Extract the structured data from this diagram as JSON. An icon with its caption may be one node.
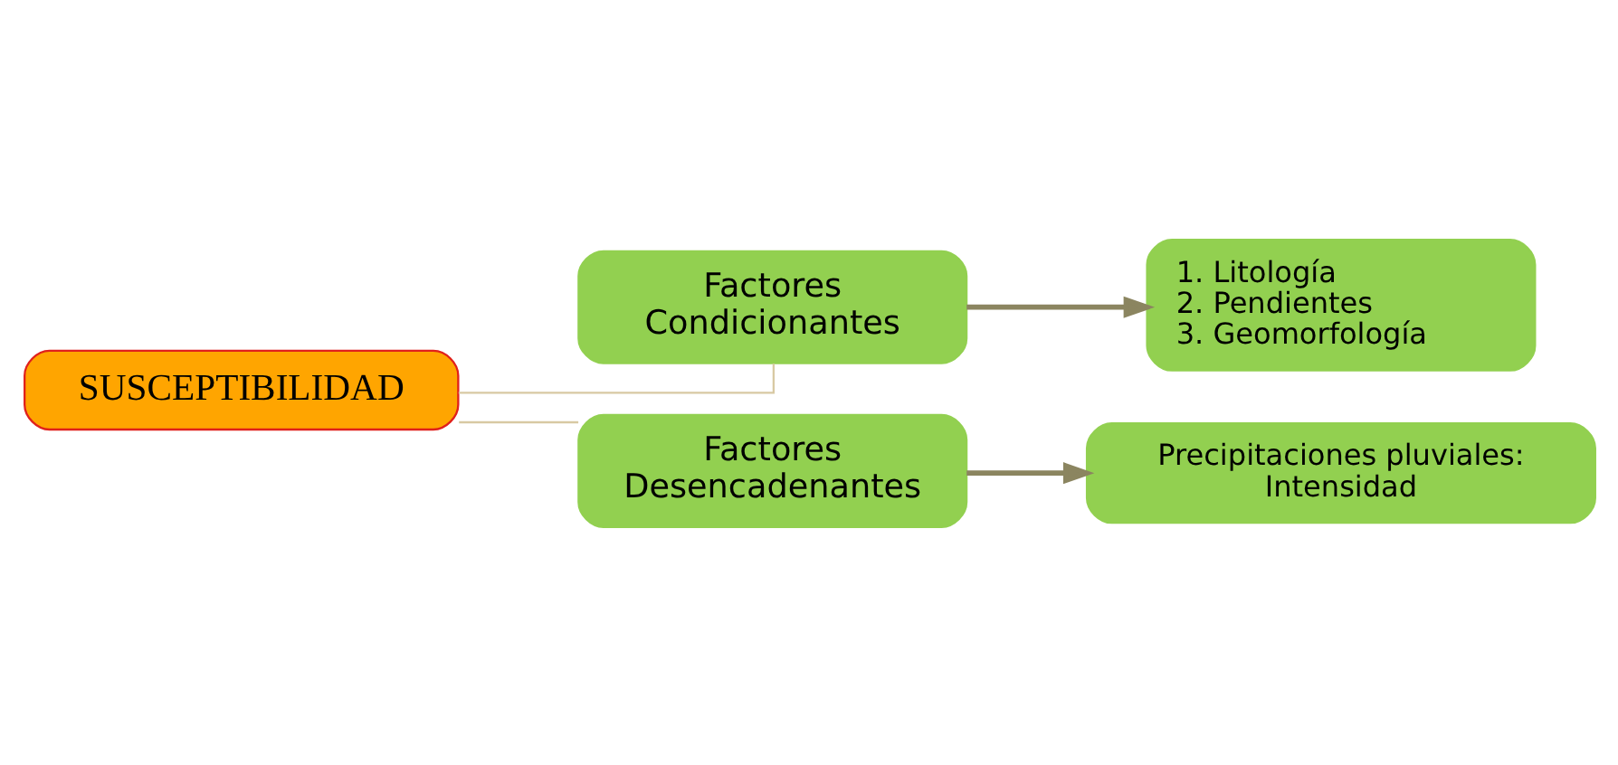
{
  "diagram": {
    "nodes": [
      {
        "text": [
          "SUSCEPTIBILIDAD"
        ]
      },
      {
        "text": [
          "Factores Condicionantes"
        ]
      },
      {
        "text": [
          "1. Litología",
          "2. Pendientes",
          "3. Geomorfología"
        ]
      },
      {
        "text": [
          "Factores Desencadenantes"
        ]
      },
      {
        "text": [
          "Precipitaciones pluviales: Intensidad"
        ]
      }
    ],
    "edges": [
      {
        "from": 0,
        "to": 1,
        "arrow": "none",
        "color": "#d8c9a3"
      },
      {
        "from": 0,
        "to": 3,
        "arrow": "none",
        "color": "#d8c9a3"
      },
      {
        "from": 1,
        "to": 2,
        "arrow": "to",
        "style": "thick"
      },
      {
        "from": 3,
        "to": 4,
        "arrow": "to",
        "style": "thick"
      }
    ]
  }
}
